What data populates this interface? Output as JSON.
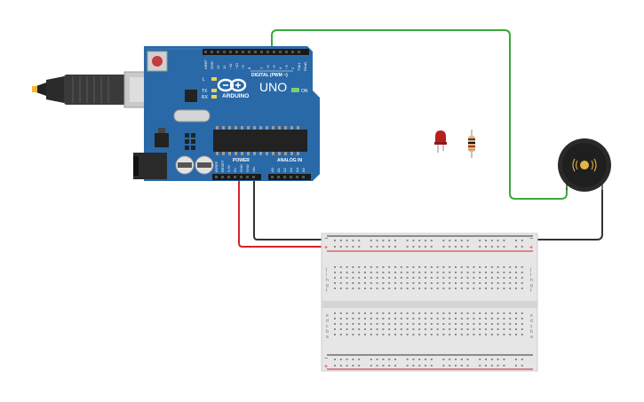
{
  "canvas": {
    "background": "#ffffff",
    "components": [
      "arduino-uno",
      "red-led",
      "resistor",
      "piezo-buzzer",
      "breadboard"
    ]
  },
  "arduino": {
    "brand": "ARDUINO",
    "model": "UNO",
    "on_label": "ON",
    "led_labels": {
      "l": "L",
      "tx": "TX",
      "rx": "RX"
    },
    "digital_header_label": "DIGITAL (PWM ~)",
    "power_label": "POWER",
    "analog_label": "ANALOG IN",
    "digital_pins": [
      "AREF",
      "GND",
      "13",
      "12",
      "~11",
      "~10",
      "~9",
      "8",
      "7",
      "~6",
      "~5",
      "4",
      "~3",
      "2",
      "TX▸1",
      "RX◂0"
    ],
    "power_pins": [
      "IOREF",
      "RESET",
      "3.3V",
      "5V",
      "GND",
      "GND",
      "Vin"
    ],
    "analog_pins": [
      "A0",
      "A1",
      "A2",
      "A3",
      "A4",
      "A5"
    ],
    "board_color": "#2a69a7"
  },
  "usb": {
    "icon": "usb-b-plug-icon"
  },
  "buzzer": {
    "icon": "sound-wave-icon"
  },
  "breadboard": {
    "row_letters_top": [
      "j",
      "i",
      "h",
      "g",
      "f"
    ],
    "row_letters_bottom": [
      "e",
      "d",
      "c",
      "b",
      "a"
    ],
    "rail_plus": "+",
    "rail_minus": "−"
  },
  "wires": {
    "signal_color": "#3aa93a",
    "power_color": "#d4232a",
    "ground_color": "#333333"
  }
}
